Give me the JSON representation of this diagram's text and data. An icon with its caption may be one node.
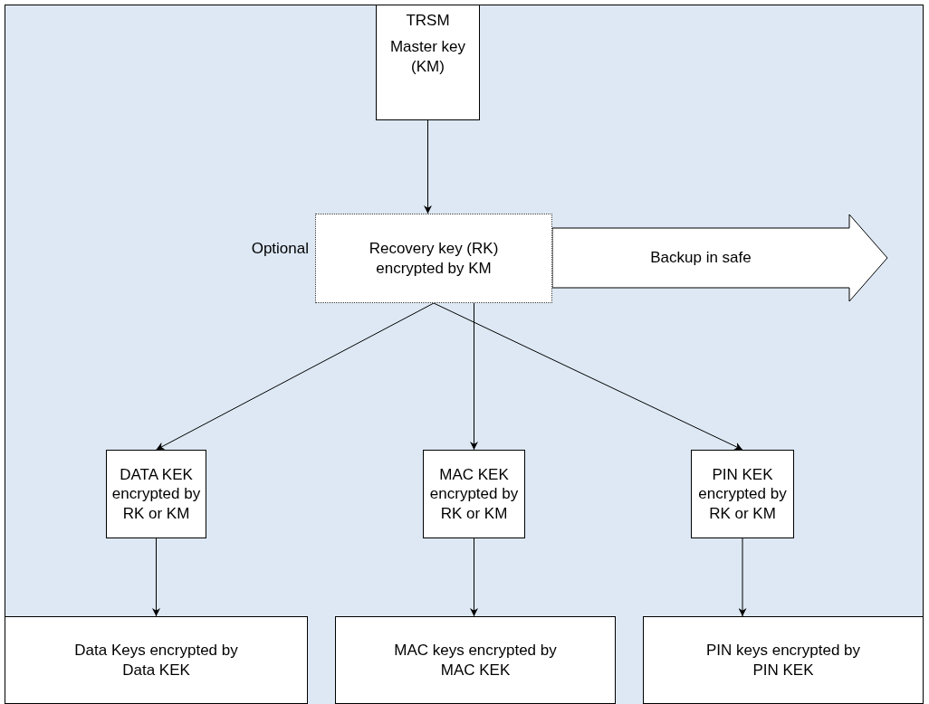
{
  "diagram": {
    "nodes": [
      {
        "text": [
          "TRSM",
          "Master key (KM)"
        ]
      },
      {
        "text": [
          "Recovery key (RK) encrypted by KM"
        ],
        "beside": [
          "Optional"
        ]
      },
      {
        "text": [
          "Backup in safe"
        ]
      },
      {
        "text": [
          "DATA KEK encrypted by RK or KM"
        ]
      },
      {
        "text": [
          "MAC KEK encrypted by RK or KM"
        ]
      },
      {
        "text": [
          "PIN KEK encrypted by RK or KM"
        ]
      },
      {
        "text": [
          "Data Keys encrypted by Data KEK"
        ]
      },
      {
        "text": [
          "MAC keys encrypted by MAC KEK"
        ]
      },
      {
        "text": [
          "PIN keys encrypted by PIN KEK"
        ]
      }
    ],
    "edges": [
      {
        "from": 0,
        "to": 1,
        "arrow": "to"
      },
      {
        "from": 1,
        "to": 3,
        "arrow": "to"
      },
      {
        "from": 1,
        "to": 4,
        "arrow": "to"
      },
      {
        "from": 1,
        "to": 5,
        "arrow": "to"
      },
      {
        "from": 3,
        "to": 6,
        "arrow": "to"
      },
      {
        "from": 4,
        "to": 7,
        "arrow": "to"
      },
      {
        "from": 5,
        "to": 8,
        "arrow": "to"
      }
    ]
  }
}
